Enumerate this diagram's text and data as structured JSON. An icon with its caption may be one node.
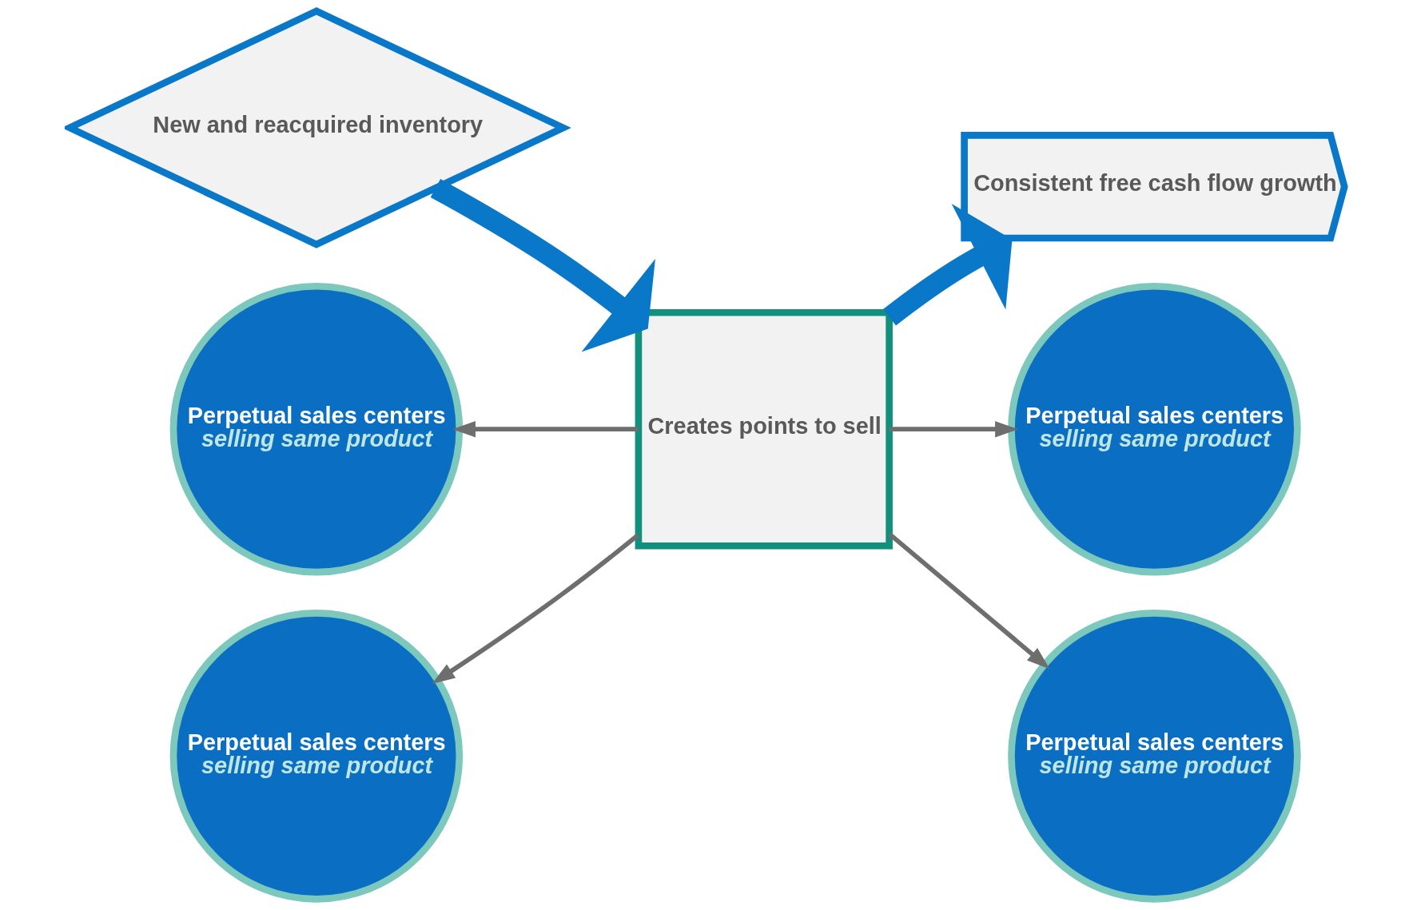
{
  "diagram": {
    "nodes": [
      {
        "text": [
          "New and reacquired inventory"
        ]
      },
      {
        "text": [
          "Creates points to sell"
        ]
      },
      {
        "text": [
          "Consistent free cash flow growth"
        ]
      },
      {
        "text": [
          "Perpetual sales centers",
          "selling same product"
        ]
      },
      {
        "text": [
          "Perpetual sales centers",
          "selling same product"
        ]
      },
      {
        "text": [
          "Perpetual sales centers",
          "selling same product"
        ]
      },
      {
        "text": [
          "Perpetual sales centers",
          "selling same product"
        ]
      }
    ],
    "edges": [
      {
        "from": 0,
        "to": 1,
        "arrow": "to",
        "style": "thick",
        "color": "#0a78c8"
      },
      {
        "from": 1,
        "to": 2,
        "arrow": "to",
        "style": "thick",
        "color": "#0a78c8"
      },
      {
        "from": 1,
        "to": 3,
        "arrow": "to"
      },
      {
        "from": 1,
        "to": 4,
        "arrow": "to"
      },
      {
        "from": 1,
        "to": 5,
        "arrow": "to"
      },
      {
        "from": 1,
        "to": 6,
        "arrow": "to"
      }
    ]
  }
}
